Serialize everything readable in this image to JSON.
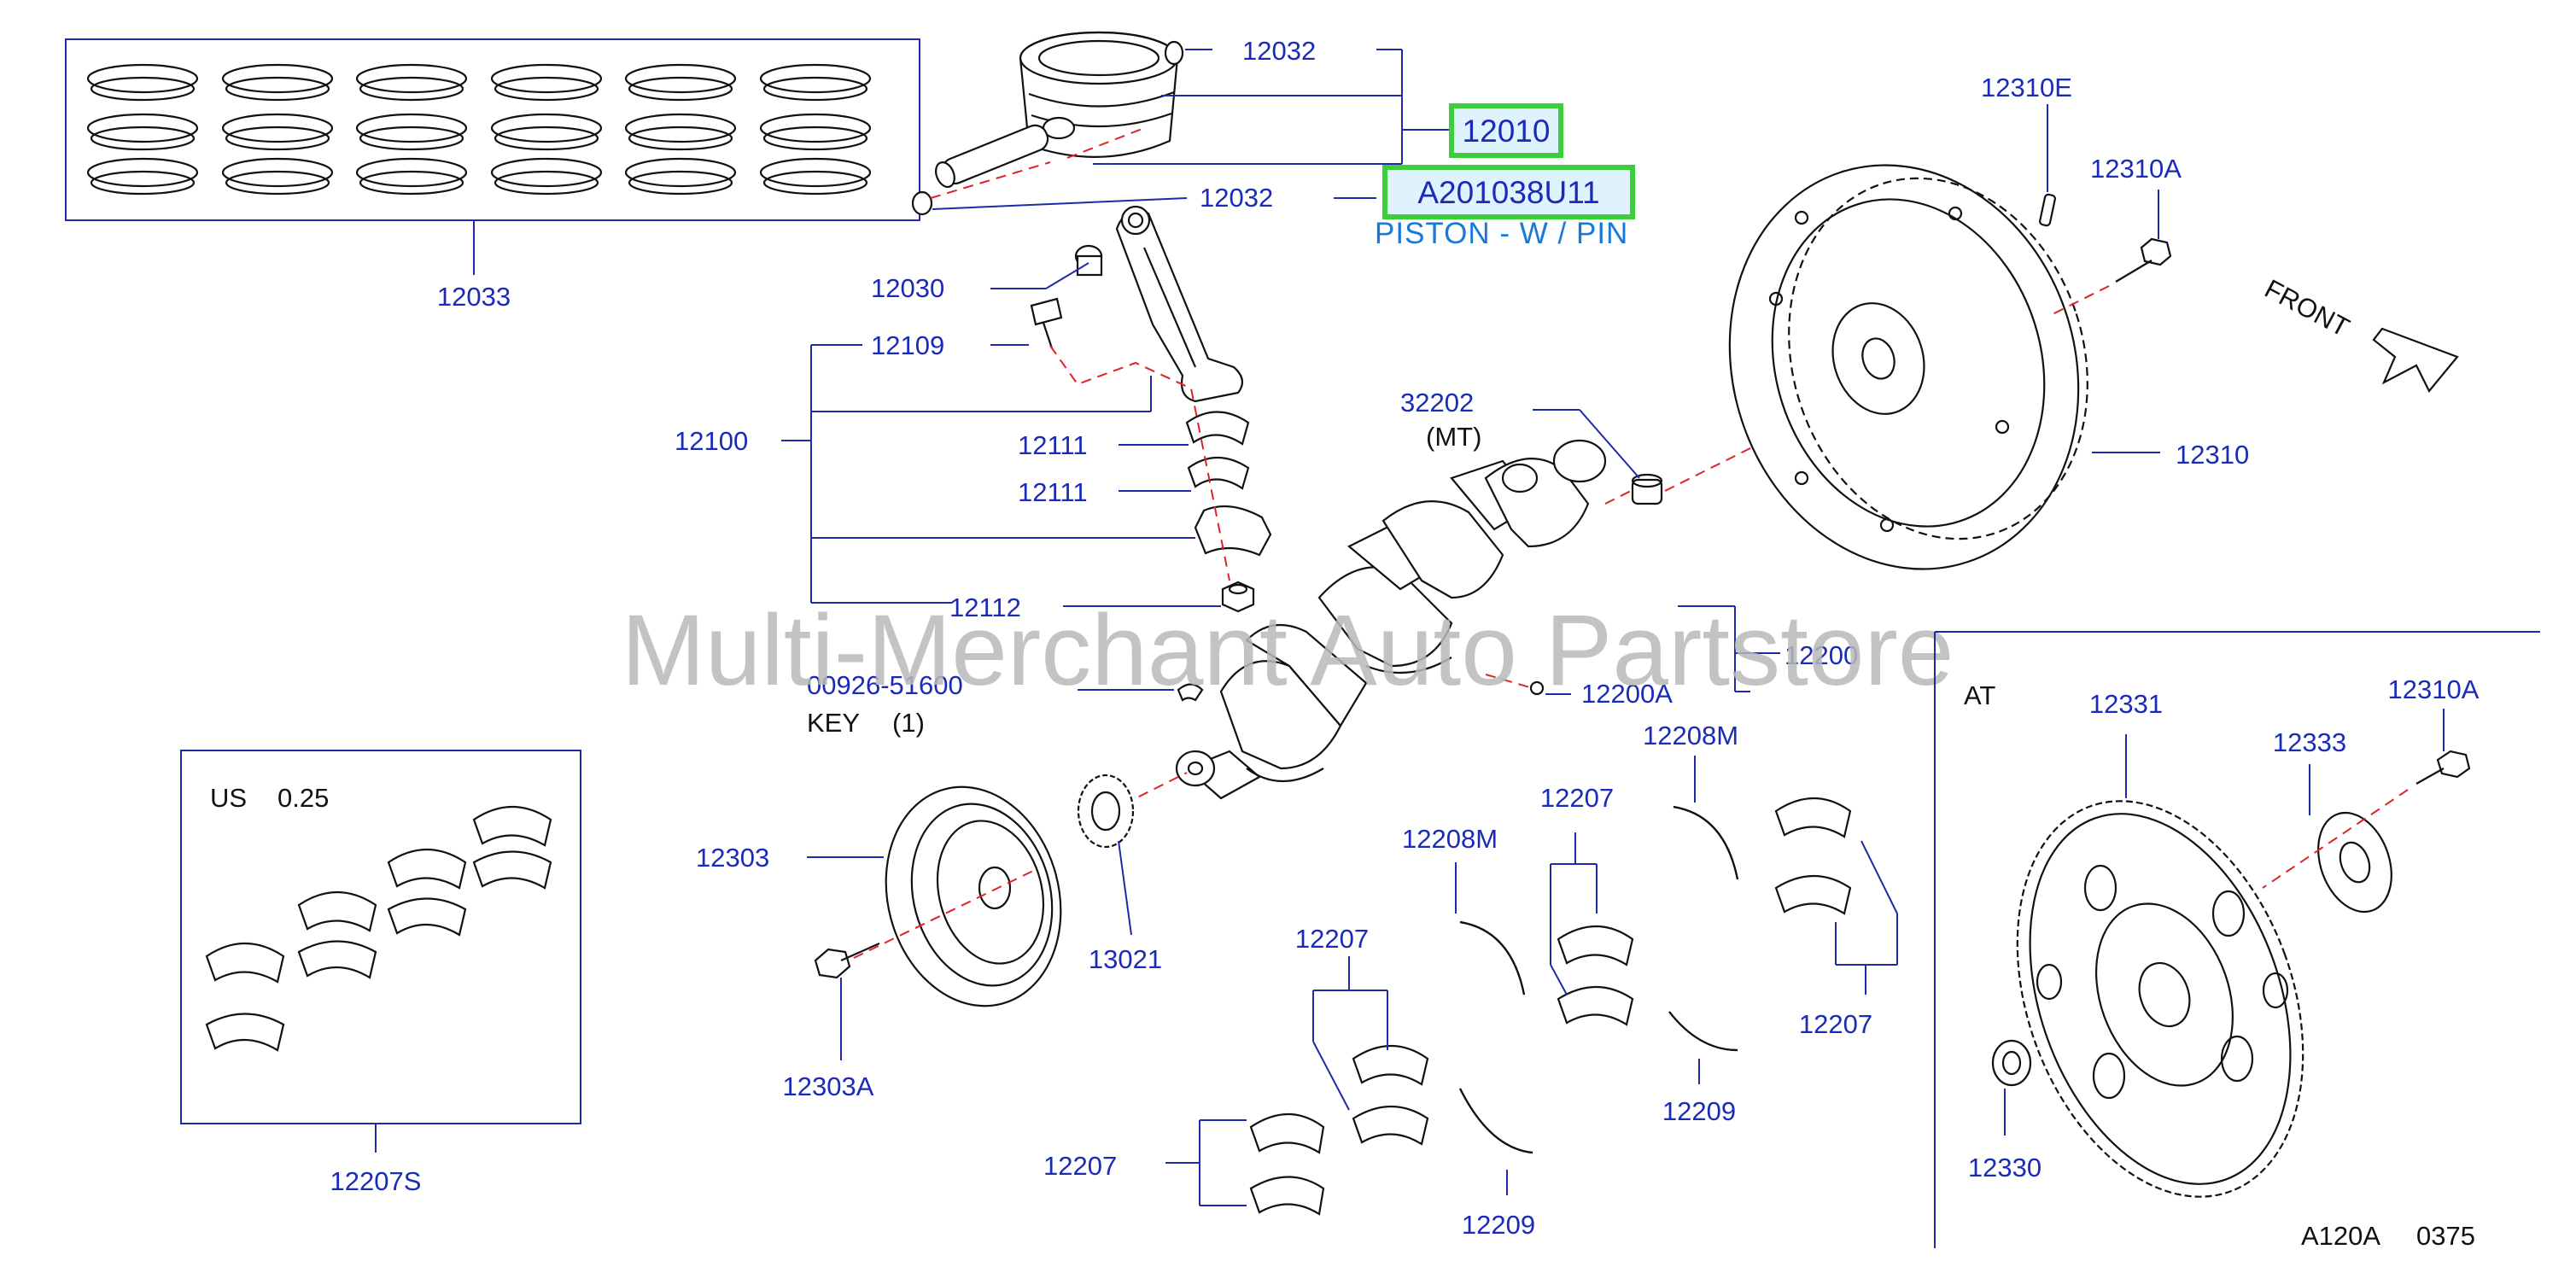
{
  "watermark": "Multi-Merchant Auto Partstore",
  "highlight": {
    "part_no": "12010",
    "oem_no": "A201038U11",
    "description": "PISTON - W / PIN"
  },
  "labels": {
    "p12032_top": "12032",
    "p12032_bottom": "12032",
    "p12033": "12033",
    "p12030": "12030",
    "p12109": "12109",
    "p12100": "12100",
    "p12111_a": "12111",
    "p12111_b": "12111",
    "p12112": "12112",
    "p32202": "32202",
    "mt": "(MT)",
    "p12310E": "12310E",
    "p12310A": "12310A",
    "front": "FRONT",
    "p12310": "12310",
    "p12200": "12200",
    "p12200A": "12200A",
    "p00926": "00926-51600",
    "key": "KEY",
    "key_qty": "(1)",
    "us": "US",
    "us_size": "0.25",
    "p12207S": "12207S",
    "p12303": "12303",
    "p12303A": "12303A",
    "p13021": "13021",
    "p12208M_a": "12208M",
    "p12208M_b": "12208M",
    "p12207_a": "12207",
    "p12207_b": "12207",
    "p12207_c": "12207",
    "p12207_d": "12207",
    "p12209_a": "12209",
    "p12209_b": "12209",
    "at": "AT",
    "p12331": "12331",
    "p12333": "12333",
    "p12310A_at": "12310A",
    "p12330": "12330",
    "footer_code": "A120A",
    "footer_num": "0375"
  }
}
